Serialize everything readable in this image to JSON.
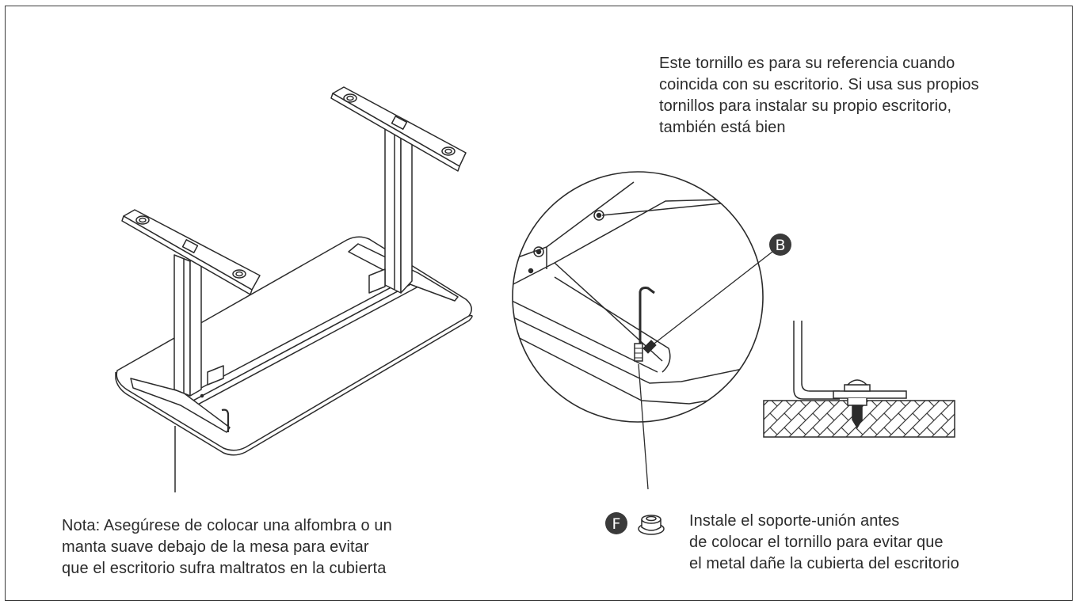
{
  "notes": {
    "reference": [
      "Este tornillo es para su referencia cuando",
      "coincida con su escritorio. Si usa sus propios",
      "tornillos para instalar su propio escritorio,",
      "también está bien"
    ],
    "mat": [
      "Nota: Asegúrese de colocar una alfombra o un",
      "manta suave debajo de la mesa para evitar",
      "que el escritorio sufra maltratos en la cubierta"
    ],
    "support": [
      "Instale el soporte-unión antes",
      "de colocar el tornillo para evitar que",
      "el metal dañe la cubierta del escritorio"
    ]
  },
  "parts": {
    "screw_label": "B",
    "bushing_label": "F"
  },
  "colors": {
    "line": "#2b2b2b",
    "badge": "#3a3a3a"
  }
}
